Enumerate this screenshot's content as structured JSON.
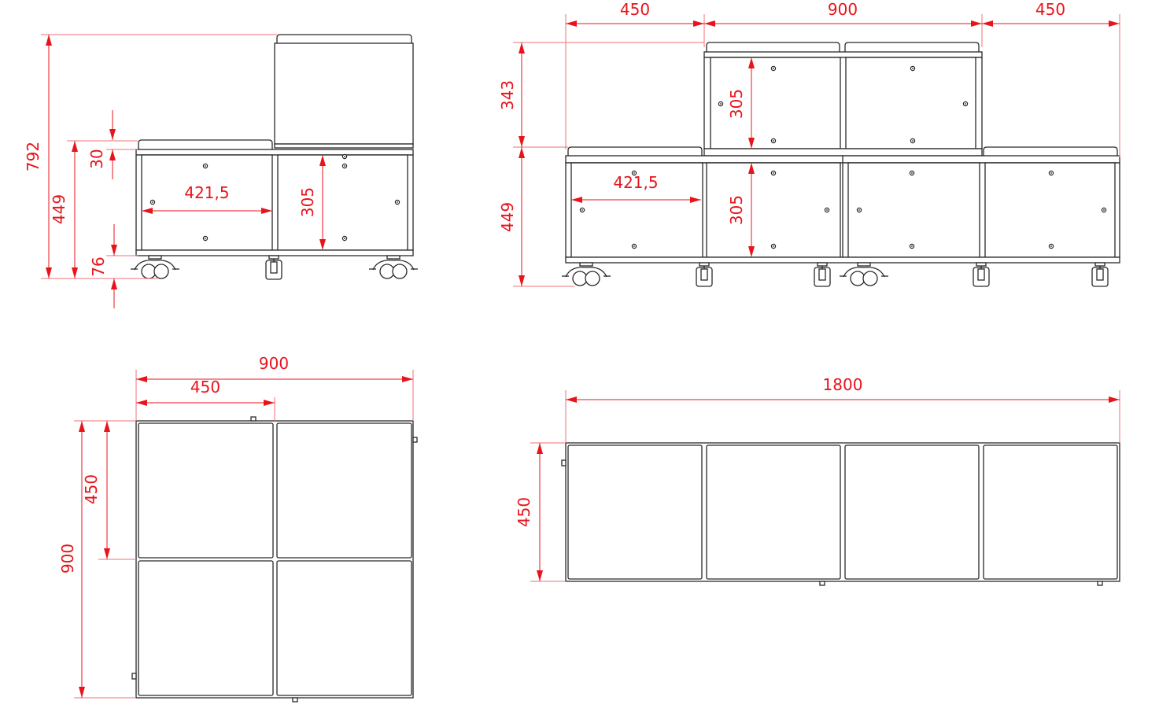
{
  "colors": {
    "dimension": "#e8141c",
    "outline": "#2a2a2a"
  },
  "side_view": {
    "overall_height": "792",
    "cabinet_height": "449",
    "cushion_height": "30",
    "caster_height": "76",
    "inner_width": "421,5",
    "inner_height": "305"
  },
  "front_view": {
    "width_left": "450",
    "width_middle": "900",
    "width_right": "450",
    "upper_height": "343",
    "lower_height": "449",
    "inner_width": "421,5",
    "upper_inner_height": "305",
    "lower_inner_height": "305"
  },
  "plan_square": {
    "overall_width": "900",
    "half_width": "450",
    "overall_depth": "900",
    "half_depth": "450"
  },
  "plan_long": {
    "overall_width": "1800",
    "depth": "450"
  }
}
